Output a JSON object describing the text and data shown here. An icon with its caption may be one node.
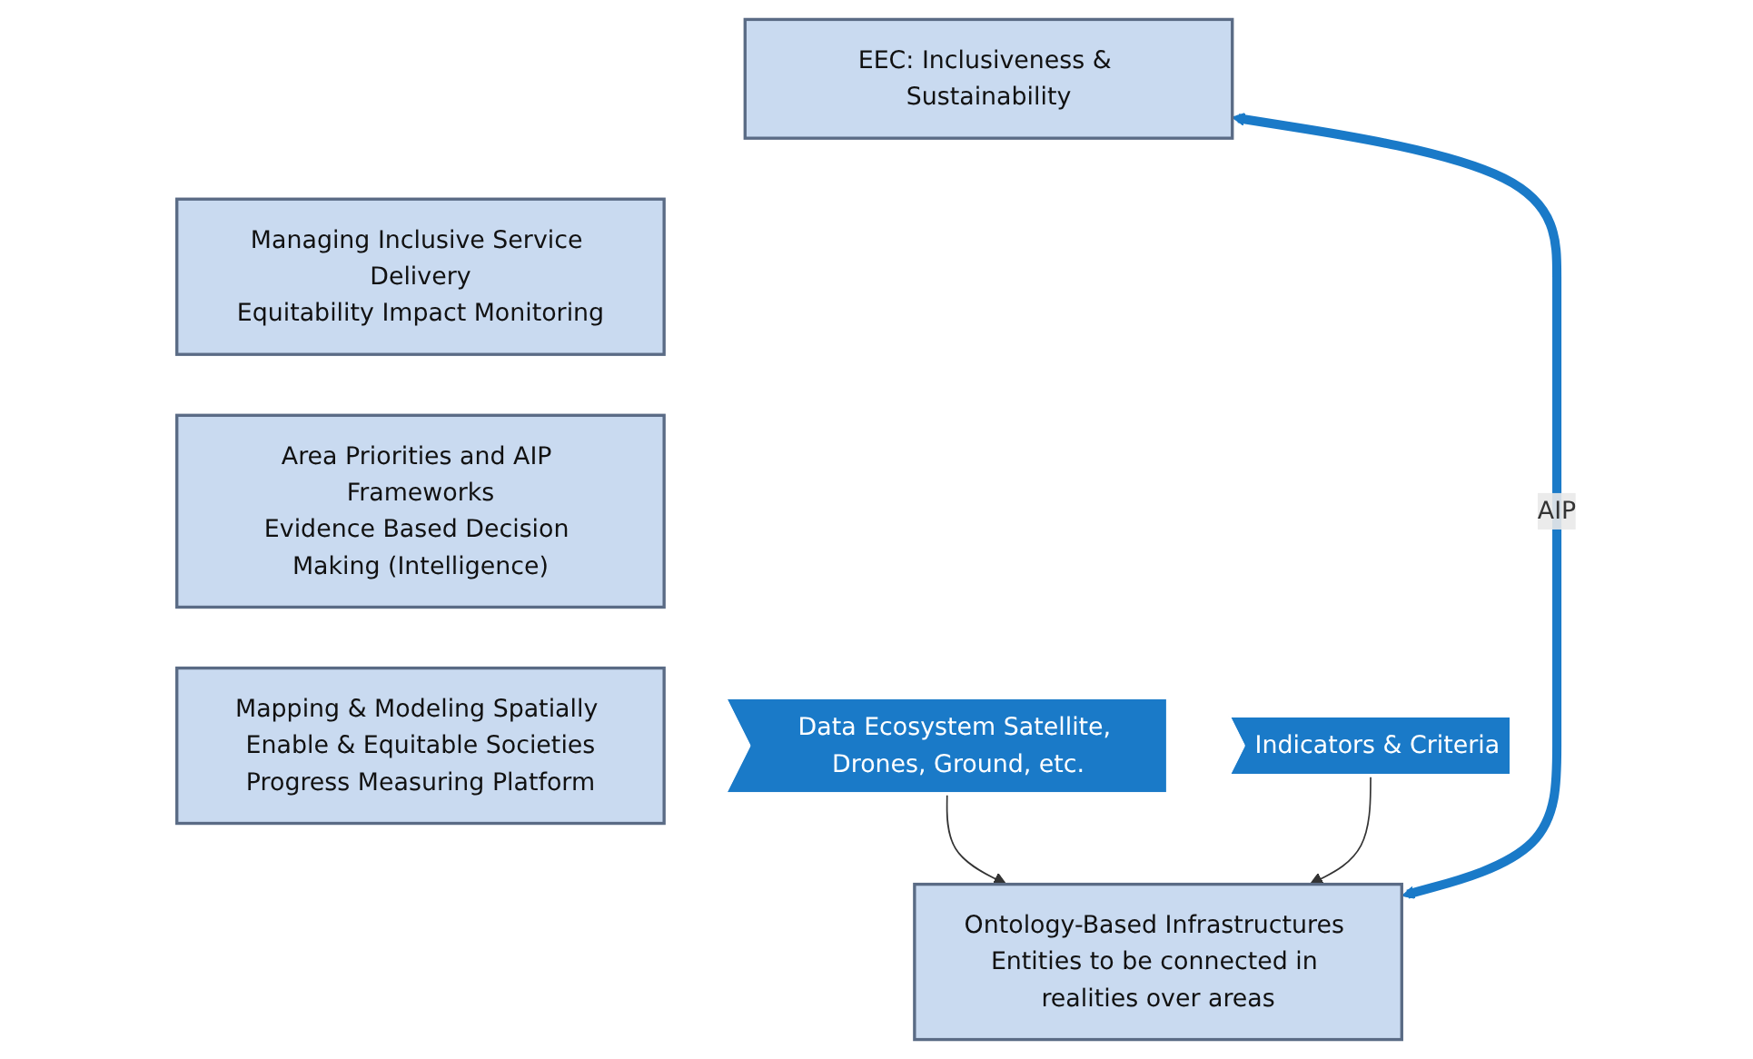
{
  "diagram": {
    "nodes": [
      {
        "text": [
          "EEC: Inclusiveness & Sustainability"
        ]
      },
      {
        "text": [
          "Managing Inclusive Service Delivery",
          "Equitability Impact Monitoring"
        ]
      },
      {
        "text": [
          "Area Priorities and AIP Frameworks",
          "Evidence Based Decision Making (Intelligence)"
        ]
      },
      {
        "text": [
          "Mapping & Modeling Spatially Enable & Equitable Societies",
          "Progress Measuring Platform"
        ]
      },
      {
        "text": [
          "Data Ecosystem Satellite, Drones, Ground, etc."
        ]
      },
      {
        "text": [
          "Ontology-Based Infrastructures Entities to be connected in realities over areas"
        ]
      },
      {
        "text": [
          "Indicators & Criteria"
        ]
      }
    ],
    "edges": [
      {
        "from": 4,
        "to": 5,
        "arrow": "to"
      },
      {
        "from": 6,
        "to": 5,
        "arrow": "to"
      },
      {
        "from": 5,
        "to": 0,
        "arrow": "both",
        "label": "AIP",
        "style": "thick",
        "color": "#1a7ac8"
      }
    ]
  }
}
